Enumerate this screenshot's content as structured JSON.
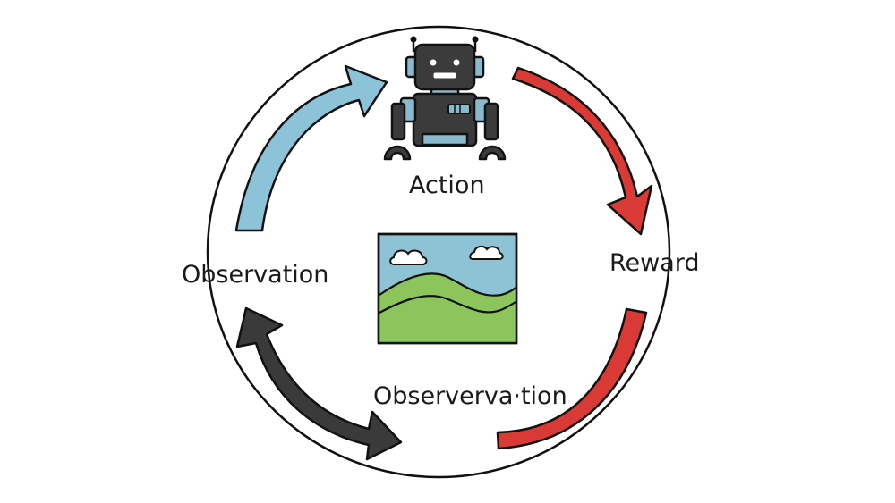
{
  "diagram": {
    "labels": {
      "action": "Action",
      "reward": "Reward",
      "observation_left": "Observation",
      "observation_bottom": "Observerva·tion"
    },
    "colors": {
      "cycle_ring": "#111111",
      "arrow_blue": "#8cc3d8",
      "arrow_red": "#d93a35",
      "arrow_dark": "#3a3a3a",
      "robot_body": "#3b3b3b",
      "robot_accent": "#8ab8cc",
      "sky": "#8ec3d6",
      "hills": "#8cc55b"
    },
    "icons": {
      "agent": "robot-icon",
      "environment": "landscape-picture-icon"
    }
  }
}
